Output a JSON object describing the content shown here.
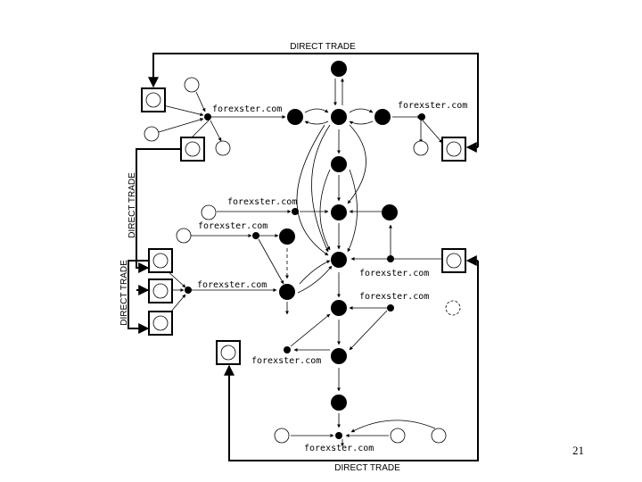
{
  "diagram": {
    "node_label": "forexster.com",
    "edge_label": "DIRECT TRADE",
    "colors": {
      "ink": "#000000",
      "paper": "#ffffff"
    }
  },
  "page": {
    "number": "21"
  }
}
